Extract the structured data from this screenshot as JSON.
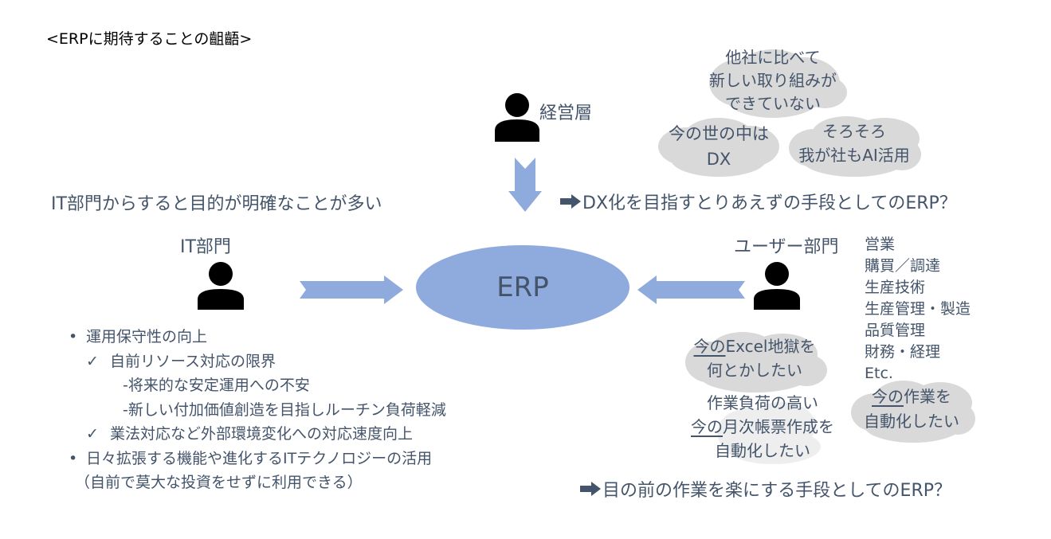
{
  "title": "<ERPに期待することの齟齬>",
  "colors": {
    "arrow_fill": "#8faadc",
    "ellipse_fill": "#8faadc",
    "cloud_fill": "#d9d9d9",
    "text": "#44546a",
    "person": "#000000"
  },
  "center": {
    "label": "ERP",
    "shape": "ellipse"
  },
  "management": {
    "label": "経営層",
    "icon": "person-icon",
    "thoughts": [
      {
        "lines": [
          "他社に比べて",
          "新しい取り組みが",
          "できていない"
        ]
      },
      {
        "lines": [
          "今の世の中は",
          "DX"
        ]
      },
      {
        "lines": [
          "そろそろ",
          "我が社もAI活用"
        ]
      }
    ],
    "conclusion": "DX化を目指すとりあえずの手段としてのERP？",
    "conclusion_icon": "right-arrow-icon"
  },
  "it_department": {
    "heading": "IT部門からすると目的が明確なことが多い",
    "label": "IT部門",
    "icon": "person-icon",
    "points": [
      {
        "marker": "•",
        "level": 0,
        "text": "運用保守性の向上"
      },
      {
        "marker": "✓",
        "level": 1,
        "text": "自前リソース対応の限界"
      },
      {
        "marker": "",
        "level": 2,
        "text": "-将来的な安定運用への不安"
      },
      {
        "marker": "",
        "level": 2,
        "text": "-新しい付加価値創造を目指しルーチン負荷軽減"
      },
      {
        "marker": "✓",
        "level": 1,
        "text": "業法対応など外部環境変化への対応速度向上"
      },
      {
        "marker": "•",
        "level": 0,
        "text": "日々拡張する機能や進化するITテクノロジーの活用"
      },
      {
        "marker": "",
        "level": 0,
        "text": "（自前で莫大な投資をせずに利用できる）"
      }
    ]
  },
  "user_department": {
    "label": "ユーザー部門",
    "icon": "person-icon",
    "departments": [
      "営業",
      "購買／調達",
      "生産技術",
      "生産管理・製造",
      "品質管理",
      "財務・経理",
      "Etc."
    ],
    "thoughts": [
      {
        "underlined": "今の",
        "rest_line1": "Excel地獄を",
        "line2": "何とかしたい"
      },
      {
        "line1": "作業負荷の高い",
        "underlined": "今の",
        "rest_line2": "月次帳票作成を",
        "line3": "自動化したい"
      },
      {
        "underlined": "今の",
        "rest_line1": "作業を",
        "line2": "自動化したい"
      }
    ],
    "conclusion": "目の前の作業を楽にする手段としてのERP？",
    "conclusion_icon": "right-arrow-icon"
  }
}
